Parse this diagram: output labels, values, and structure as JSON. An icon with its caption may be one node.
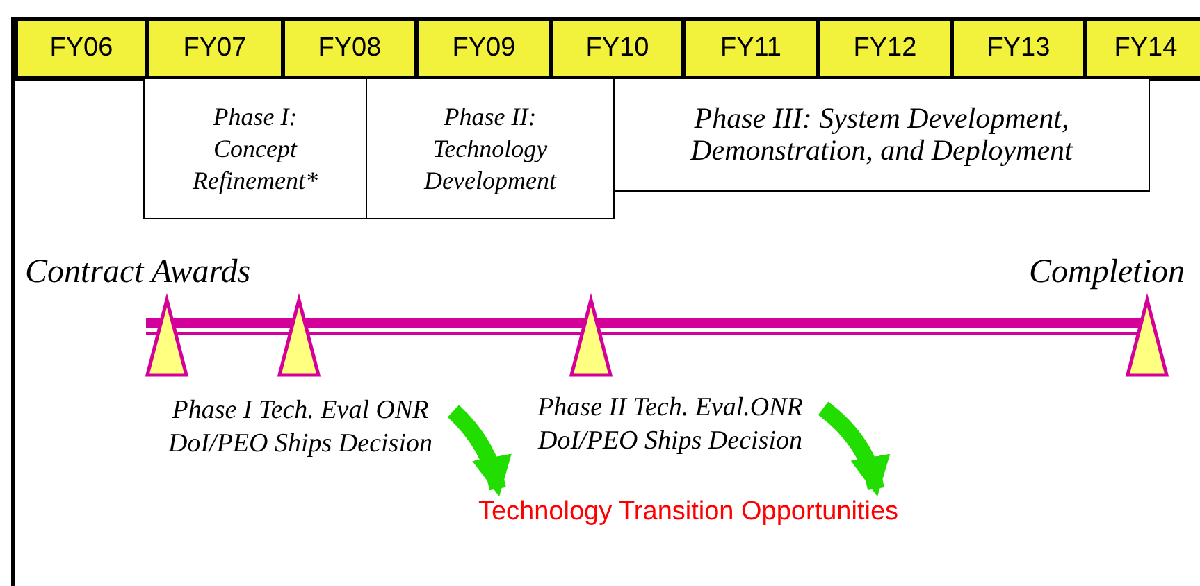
{
  "diagram": {
    "nodes": [
      {
        "text": [
          "FY06"
        ]
      },
      {
        "text": [
          "FY07"
        ]
      },
      {
        "text": [
          "FY08"
        ]
      },
      {
        "text": [
          "FY09"
        ]
      },
      {
        "text": [
          "FY10"
        ]
      },
      {
        "text": [
          "FY11"
        ]
      },
      {
        "text": [
          "FY12"
        ]
      },
      {
        "text": [
          "FY13"
        ]
      },
      {
        "text": [
          "FY14"
        ]
      },
      {
        "text": [
          "Phase I: Concept Refinement*"
        ]
      },
      {
        "text": [
          "Phase II: Technology Development"
        ]
      },
      {
        "text": [
          "Phase III: System Development, Demonstration, and Deployment"
        ]
      },
      {
        "text": [
          "Phase I Tech. Eval ONR DoI/PEO Ships Decision"
        ]
      },
      {
        "text": [
          "Phase II Tech. Eval.ONR DoI/PEO Ships Decision"
        ]
      },
      {
        "text": [
          "Technology Transition Opportunities"
        ]
      },
      {
        "text": [],
        "shape": "triangle"
      },
      {
        "text": [],
        "shape": "triangle"
      },
      {
        "text": [],
        "shape": "triangle"
      },
      {
        "text": [],
        "shape": "triangle"
      }
    ],
    "edges": [
      {
        "from": 12,
        "to": 14,
        "arrow": "to",
        "color": "#22dd00"
      },
      {
        "from": 13,
        "to": 14,
        "arrow": "to",
        "color": "#22dd00"
      }
    ],
    "labels": [
      "Contract Awards",
      "Completion"
    ]
  }
}
